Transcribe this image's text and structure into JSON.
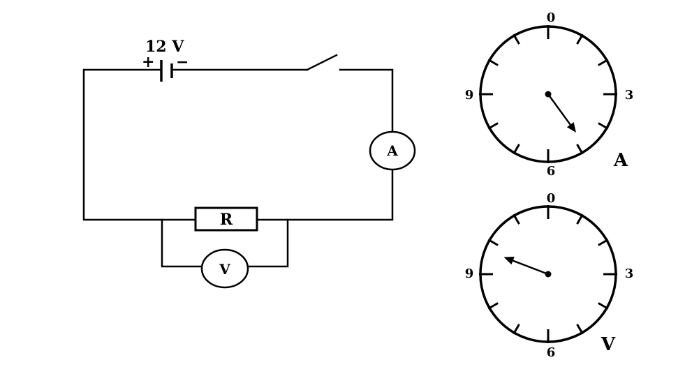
{
  "circuit": {
    "battery_voltage": "12 V",
    "battery_plus": "+",
    "battery_minus": "−",
    "resistor_label": "R",
    "ammeter_label": "A",
    "voltmeter_label": "V"
  },
  "meters": [
    {
      "id": "ammeter",
      "name_label": "A",
      "scale_labels": {
        "top": "0",
        "right": "3",
        "bottom": "6",
        "left": "9"
      },
      "scale_max": 12,
      "divisions": 12,
      "reading": 4.8
    },
    {
      "id": "voltmeter",
      "name_label": "V",
      "scale_labels": {
        "top": "0",
        "right": "3",
        "bottom": "6",
        "left": "9"
      },
      "scale_max": 12,
      "divisions": 12,
      "reading": 9.7
    }
  ]
}
